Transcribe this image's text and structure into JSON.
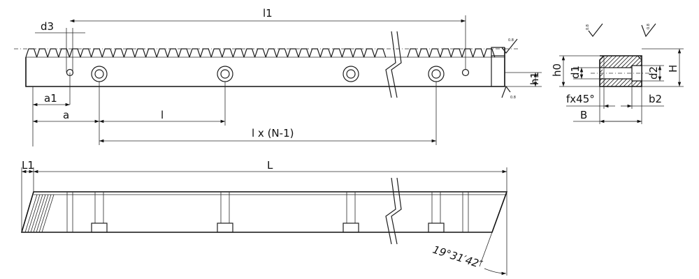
{
  "labels": {
    "l1": "l1",
    "d3": "d3",
    "a1": "a1",
    "a": "a",
    "l": "l",
    "lxN": "l x (N-1)",
    "h0": "h0",
    "d1": "d1",
    "h1": "h1",
    "d2": "d2",
    "H": "H",
    "fx45": "fx45°",
    "B": "B",
    "b2": "b2",
    "L1": "L1",
    "L": "L",
    "angle": "19°31′42″"
  },
  "surface_marks": {
    "top": "0.8",
    "bottom": "0.8",
    "side_left": "0.8",
    "side_right": "0.8"
  },
  "holes": {
    "counterbored_count": 4,
    "pin_hole_count": 2
  }
}
